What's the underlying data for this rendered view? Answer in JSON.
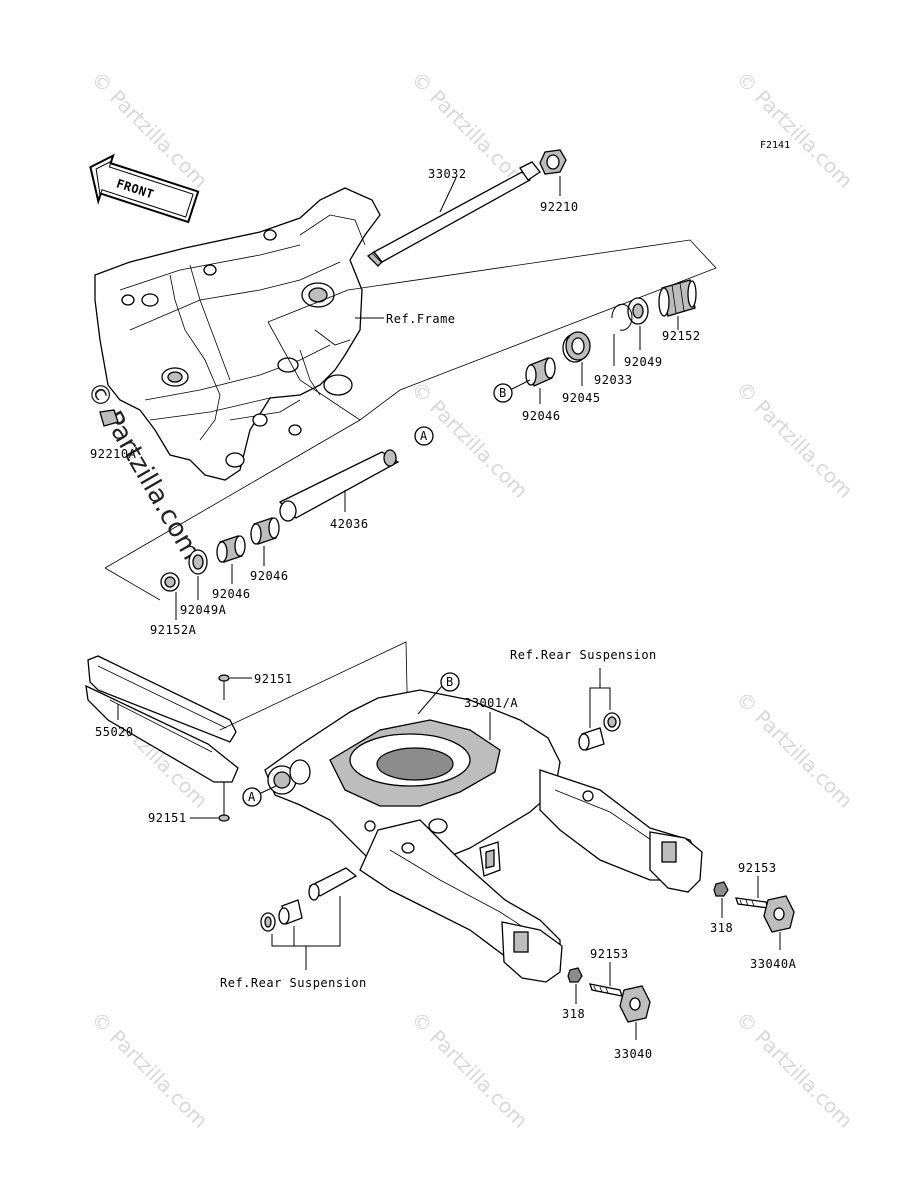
{
  "figure_code": "F2141",
  "front_badge": "FRONT",
  "watermark": {
    "text": "© Partzilla.com",
    "featured_text": "© Partzilla.com"
  },
  "labels": {
    "p33032": "33032",
    "p92210": "92210",
    "p92152": "92152",
    "p92049": "92049",
    "p92033": "92033",
    "p92045": "92045",
    "p92046_top": "92046",
    "ref_frame": "Ref.Frame",
    "p92210_left": "92210A",
    "p42036": "42036",
    "p92046_mid": "92046",
    "p92046_low": "92046",
    "p92049A": "92049A",
    "p92152A": "92152A",
    "ref_rear_susp_top": "Ref.Rear Suspension",
    "p33001": "33001/A",
    "p92151_top": "92151",
    "p55020": "55020",
    "p92151_bot": "92151",
    "p92153_right": "92153",
    "p318_right": "318",
    "p33040A": "33040A",
    "p92153_bot": "92153",
    "p318_bot": "318",
    "p33040": "33040",
    "ref_rear_susp_bot": "Ref.Rear Suspension",
    "callout_A": "A",
    "callout_B": "B"
  }
}
